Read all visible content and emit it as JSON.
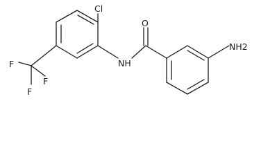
{
  "molecule": {
    "atoms": [
      {
        "id": "cl",
        "symbol": "Cl"
      },
      {
        "id": "nh",
        "symbol": "NH"
      },
      {
        "id": "o",
        "symbol": "O"
      },
      {
        "id": "nh2",
        "symbol": "NH2"
      },
      {
        "id": "f1",
        "symbol": "F"
      },
      {
        "id": "f2",
        "symbol": "F"
      },
      {
        "id": "f3",
        "symbol": "F"
      }
    ]
  }
}
